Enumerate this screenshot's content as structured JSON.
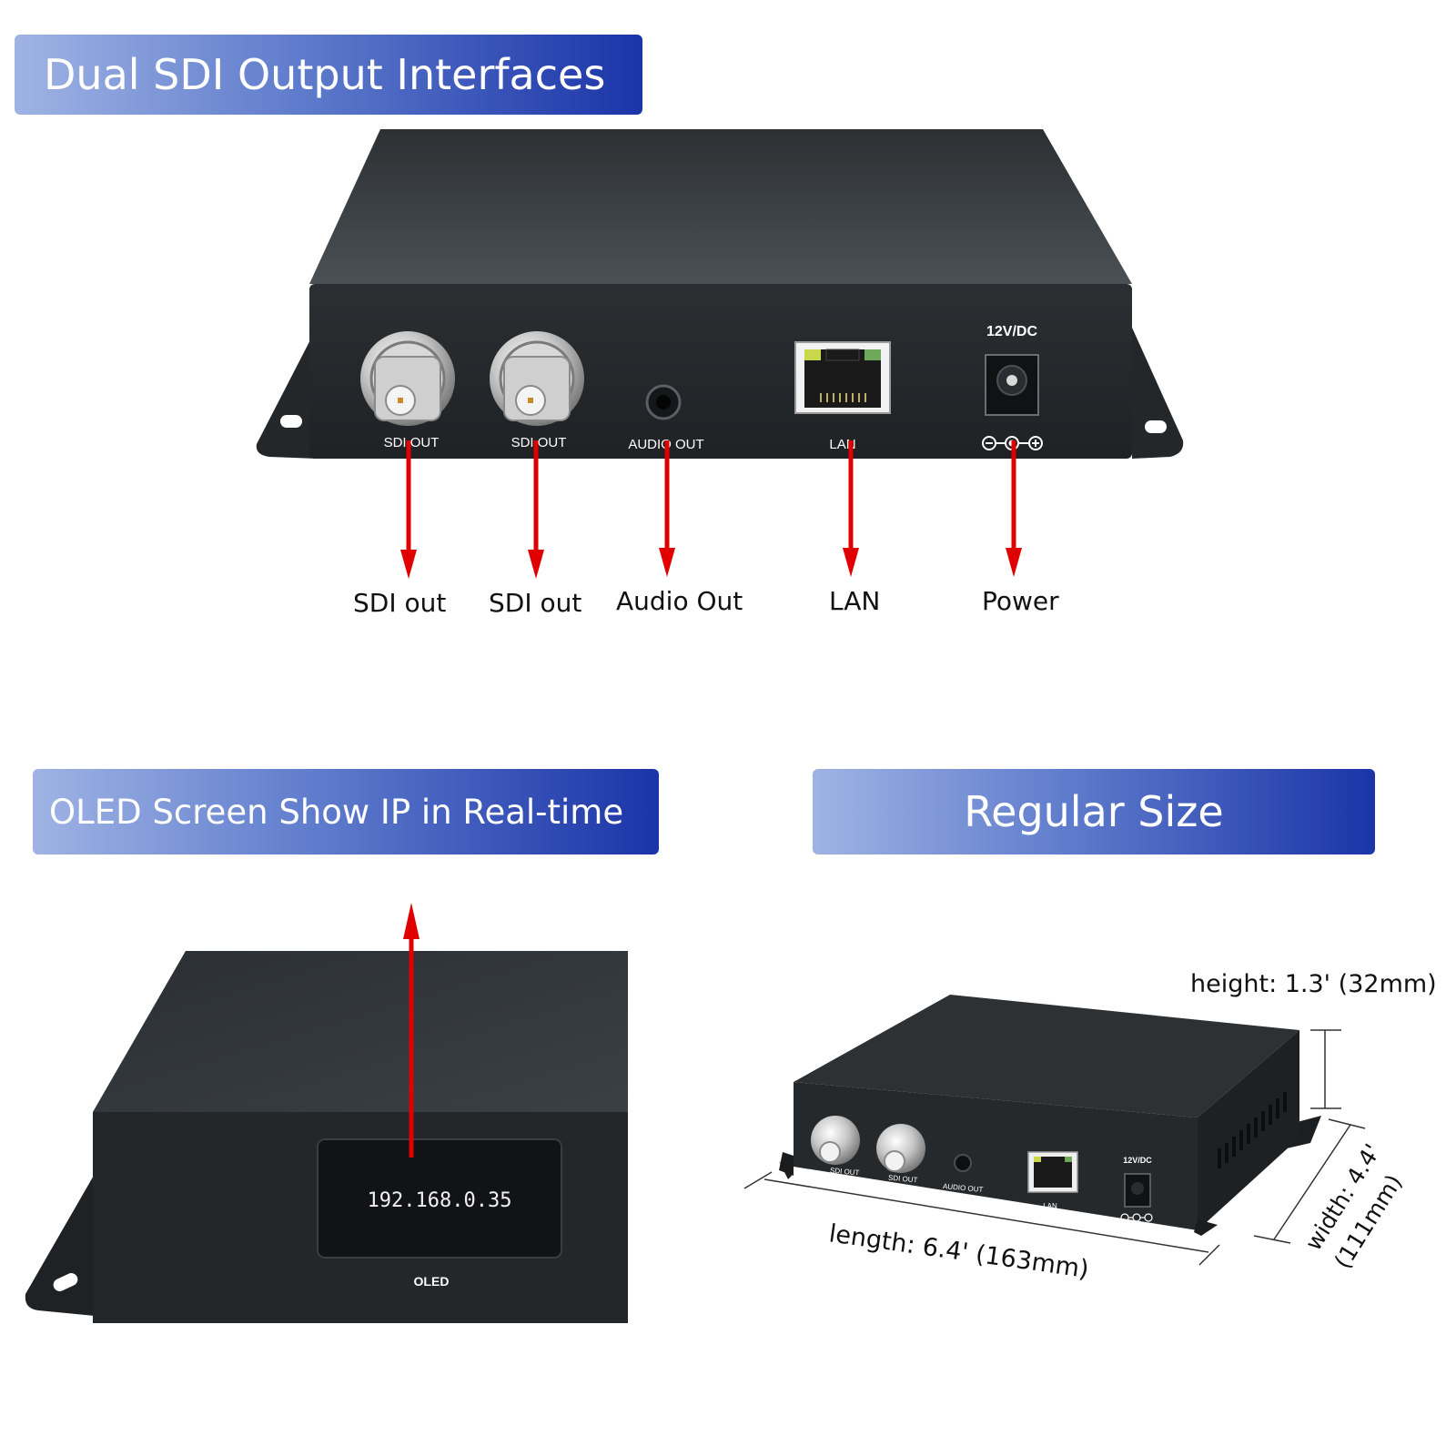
{
  "banners": {
    "top": "Dual SDI Output Interfaces",
    "oled": "OLED Screen Show IP in Real-time",
    "size": "Regular Size"
  },
  "callouts": {
    "sdi_out_1": "SDI  out",
    "sdi_out_2": "SDI  out",
    "audio_out": "Audio Out",
    "lan": "LAN",
    "power": "Power"
  },
  "device_panel": {
    "sdi_out_1": "SDI OUT",
    "sdi_out_2": "SDI OUT",
    "audio_out": "AUDIO OUT",
    "lan": "LAN",
    "power_rating": "12V/DC"
  },
  "oled": {
    "ip": "192.168.0.35",
    "label": "OLED"
  },
  "dimensions": {
    "height": "height: 1.3'  (32mm)",
    "length": "length: 6.4' (163mm)",
    "width": "width: 4.4'",
    "width_mm": "(111mm)"
  },
  "colors": {
    "banner_start": "#9fb3e4",
    "banner_end": "#1b34a8",
    "arrow": "#e00000",
    "device": "#2f3336"
  }
}
